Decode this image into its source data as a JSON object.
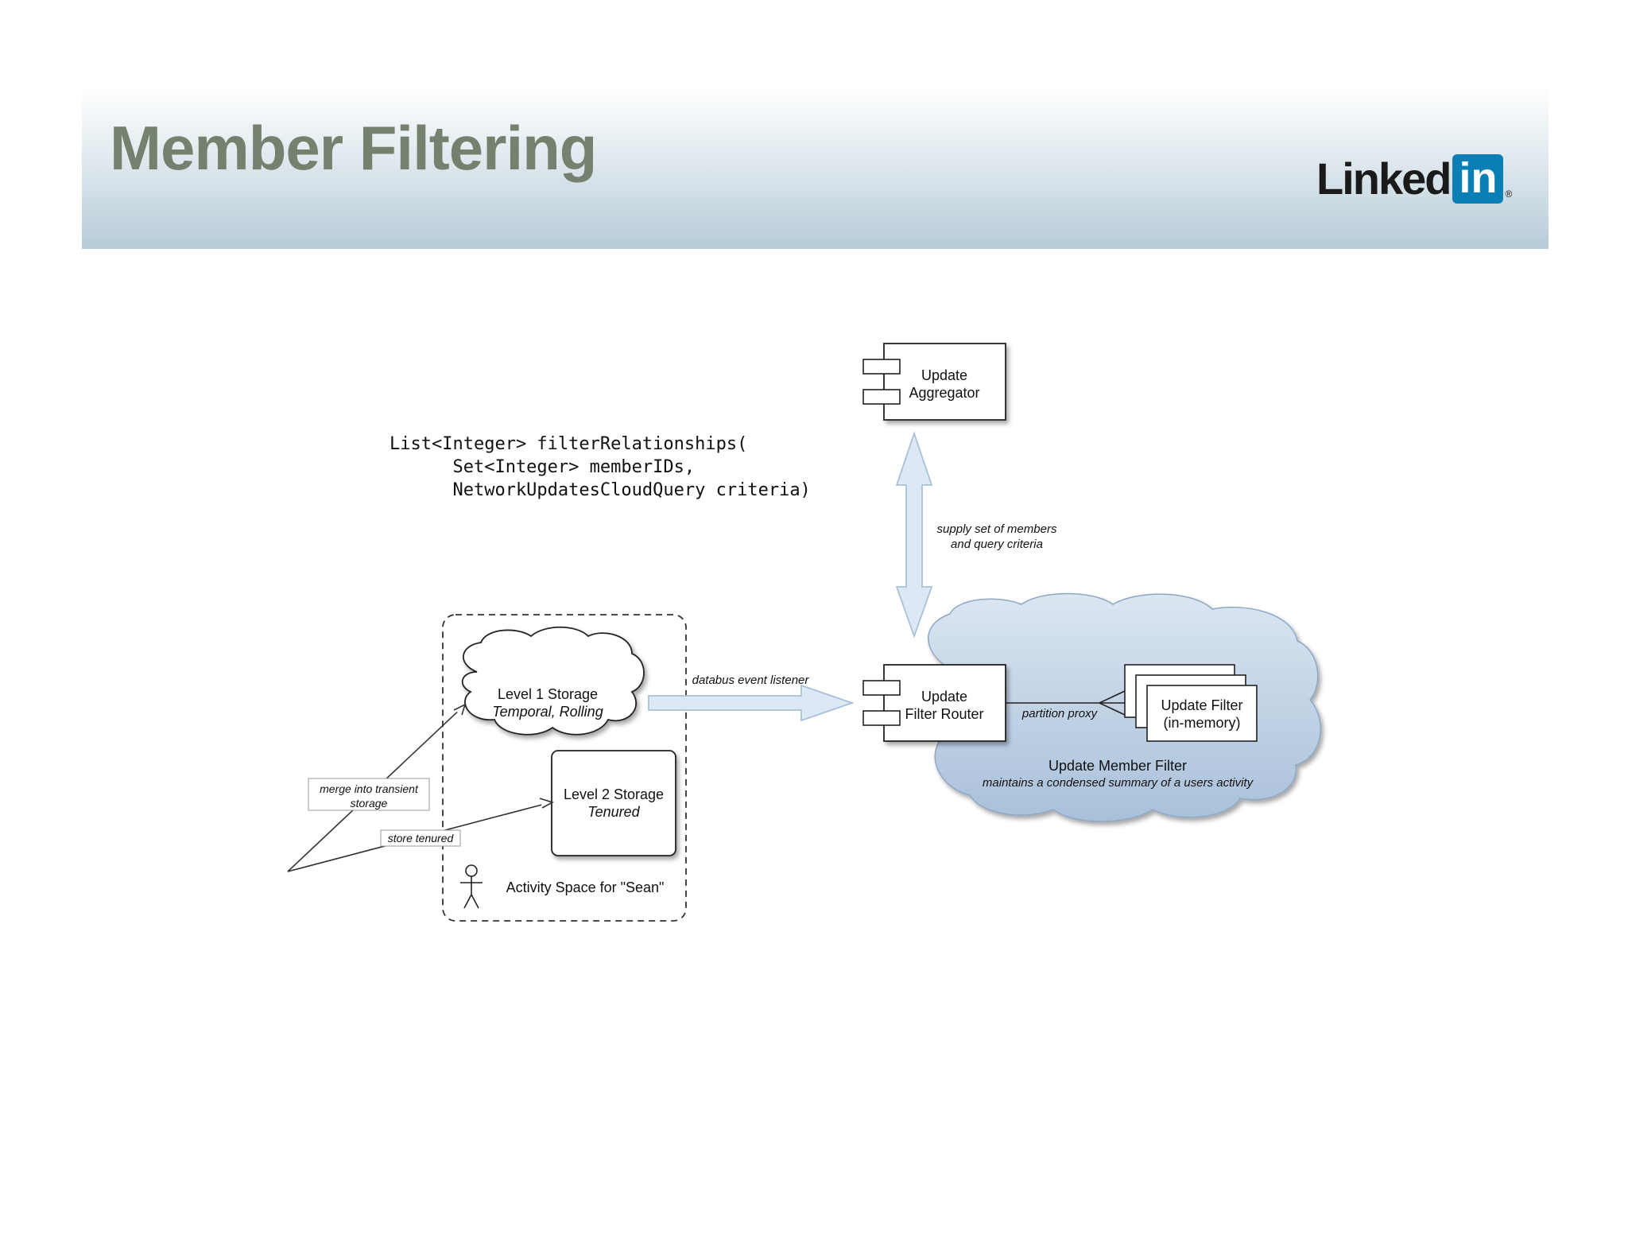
{
  "slide": {
    "title": "Member Filtering",
    "logo_text": "Linked",
    "logo_badge": "in",
    "logo_mark": "®"
  },
  "code": {
    "line1": "List<Integer> filterRelationships(",
    "line2": "      Set<Integer> memberIDs,",
    "line3": "      NetworkUpdatesCloudQuery criteria)"
  },
  "diagram": {
    "aggregator": {
      "line1": "Update",
      "line2": "Aggregator"
    },
    "router": {
      "line1": "Update",
      "line2": "Filter Router"
    },
    "filter": {
      "line1": "Update Filter",
      "line2": "(in-memory)"
    },
    "member_filter": {
      "title": "Update Member Filter",
      "subtitle": "maintains a condensed summary of a users activity"
    },
    "supply_label": {
      "line1": "supply set of members",
      "line2": "and query criteria"
    },
    "databus_label": "databus event listener",
    "partition_label": "partition proxy",
    "level1": {
      "line1": "Level 1 Storage",
      "line2": "Temporal, Rolling"
    },
    "level2": {
      "line1": "Level 2 Storage",
      "line2": "Tenured"
    },
    "activity_space": "Activity Space for \"Sean\"",
    "merge_label": {
      "line1": "merge into transient",
      "line2": "storage"
    },
    "store_label": "store tenured"
  },
  "colors": {
    "title": "#76806f",
    "arrow_fill": "#dce8f3",
    "arrow_stroke": "#a9c1d8",
    "cloud_fill": "#c3d4e6",
    "logo_badge": "#0a7fb5"
  }
}
